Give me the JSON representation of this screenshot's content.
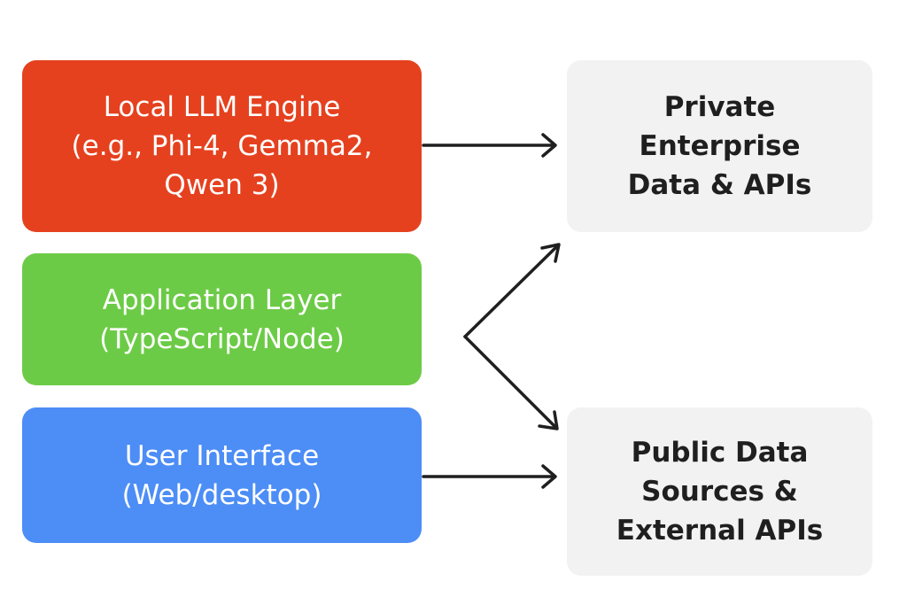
{
  "colors": {
    "llm_box": "#E5411F",
    "app_box": "#6CCB46",
    "ui_box": "#4C8DF6",
    "data_box": "#F2F2F2",
    "arrow": "#1f1f1f"
  },
  "nodes": {
    "llm_engine": {
      "lines": [
        "Local LLM Engine",
        "(e.g., Phi-4, Gemma2,",
        "Qwen 3)"
      ]
    },
    "app_layer": {
      "lines": [
        "Application Layer",
        "(TypeScript/Node)"
      ]
    },
    "user_interface": {
      "lines": [
        "User Interface",
        "(Web/desktop)"
      ]
    },
    "private_data": {
      "lines": [
        "Private",
        "Enterprise",
        "Data & APIs"
      ]
    },
    "public_data": {
      "lines": [
        "Public Data",
        "Sources &",
        "External APIs"
      ]
    }
  },
  "edges": [
    {
      "from": "llm_engine",
      "to": "private_data"
    },
    {
      "from": "app_layer",
      "to": "private_data"
    },
    {
      "from": "app_layer",
      "to": "public_data"
    },
    {
      "from": "user_interface",
      "to": "public_data"
    }
  ]
}
